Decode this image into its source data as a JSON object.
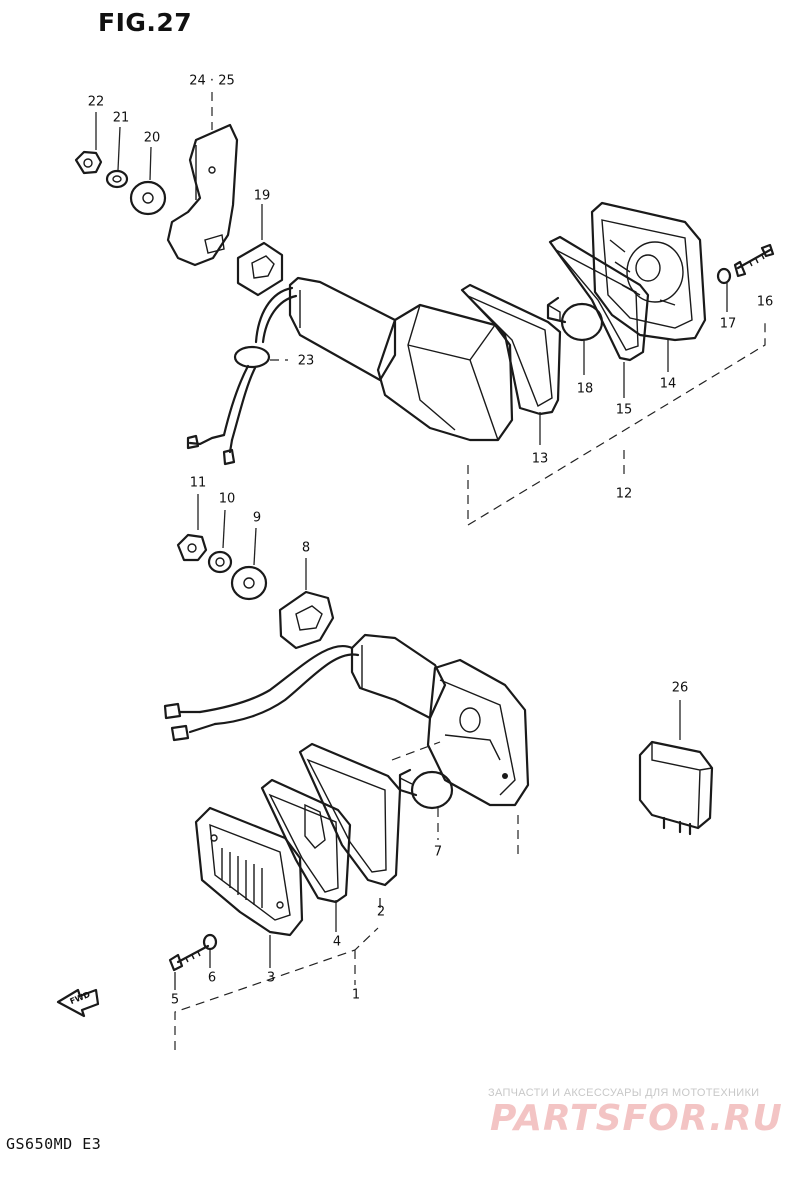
{
  "figure": {
    "title": "FIG.27",
    "model_code": "GS650MD  E3"
  },
  "watermark": {
    "tagline": "ЗАПЧАСТИ И АКСЕССУАРЫ ДЛЯ МОТОТЕХНИКИ",
    "brand": "PARTSFOR.RU"
  },
  "direction_marker": {
    "text": "FWD"
  },
  "callouts": {
    "c1": "1",
    "c2": "2",
    "c3": "3",
    "c4": "4",
    "c5": "5",
    "c6": "6",
    "c7": "7",
    "c8": "8",
    "c9": "9",
    "c10": "10",
    "c11": "11",
    "c12": "12",
    "c13": "13",
    "c14": "14",
    "c15": "15",
    "c16": "16",
    "c17": "17",
    "c18": "18",
    "c19": "19",
    "c20": "20",
    "c21": "21",
    "c22": "22",
    "c23": "23",
    "c24_25": "24 · 25",
    "c26": "26"
  },
  "colors": {
    "line": "#1a1a1a",
    "watermark_brand": "#f3c4c4",
    "watermark_tagline": "#c8c8c8"
  }
}
